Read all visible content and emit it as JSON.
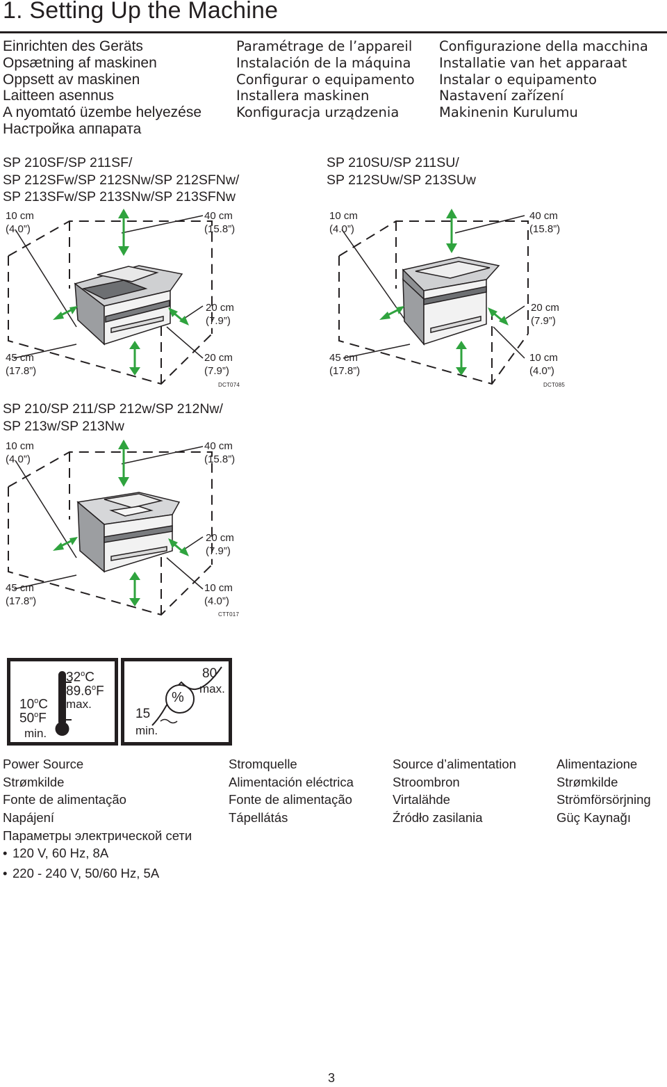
{
  "heading": "1. Setting Up the Machine",
  "languages": {
    "col1": [
      "Einrichten des Geräts",
      "Opsætning af maskinen",
      "Oppsett av maskinen",
      "Laitteen asennus",
      "A nyomtató üzembe helyezése",
      "Настройка аппарата"
    ],
    "col2": [
      "Paramétrage de l’appareil",
      "Instalación de la máquina",
      "Configurar o equipamento",
      "Installera maskinen",
      "Konfiguracja urządzenia"
    ],
    "col3": [
      "Configurazione della macchina",
      "Installatie van het apparaat",
      "Instalar o equipamento",
      "Nastavení zařízení",
      "Makinenin Kurulumu"
    ]
  },
  "diagrams": [
    {
      "models": [
        "SP 210SF/SP 211SF/",
        "SP 212SFw/SP 212SNw/SP 212SFNw/",
        "SP 213SFw/SP 213SNw/SP 213SFNw"
      ],
      "top_left": [
        "10 cm",
        "(4.0”)"
      ],
      "top_right": [
        "40 cm",
        "(15.8”)"
      ],
      "side": [
        "20 cm",
        "(7.9”)"
      ],
      "bottom_left": [
        "45 cm",
        "(17.8”)"
      ],
      "bottom_right": [
        "20 cm",
        "(7.9”)"
      ],
      "code": "DCT074"
    },
    {
      "models": [
        "SP 210SU/SP 211SU/",
        "SP 212SUw/SP 213SUw"
      ],
      "top_left": [
        "10 cm",
        "(4.0”)"
      ],
      "top_right": [
        "40 cm",
        "(15.8”)"
      ],
      "side": [
        "20 cm",
        "(7.9”)"
      ],
      "bottom_left": [
        "45 cm",
        "(17.8”)"
      ],
      "bottom_right": [
        "10 cm",
        "(4.0”)"
      ],
      "code": "DCT085"
    },
    {
      "models": [
        "SP 210/SP 211/SP 212w/SP 212Nw/",
        "SP 213w/SP 213Nw"
      ],
      "top_left": [
        "10 cm",
        "(4.0”)"
      ],
      "top_right": [
        "40 cm",
        "(15.8”)"
      ],
      "side": [
        "20 cm",
        "(7.9”)"
      ],
      "bottom_left": [
        "45 cm",
        "(17.8”)"
      ],
      "bottom_right": [
        "10 cm",
        "(4.0”)"
      ],
      "code": "CTT017"
    }
  ],
  "environment": {
    "temperature": {
      "max_c": "32",
      "max_f": "89.6",
      "min_c": "10",
      "min_f": "50",
      "deg": "o",
      "c": "C",
      "f": "F",
      "max_label": "max.",
      "min_label": "min."
    },
    "humidity": {
      "max": "80",
      "max_label": "max.",
      "min": "15",
      "min_label": "min.",
      "symbol": "%"
    }
  },
  "power": {
    "col1": [
      "Power Source",
      "Strømkilde",
      "Fonte de alimentação",
      "Napájení",
      "Параметры электрической сети"
    ],
    "col2": [
      "Stromquelle",
      "Alimentación eléctrica",
      "Fonte de alimentação",
      "Tápellátás"
    ],
    "col3": [
      "Source d’alimentation",
      "Stroombron",
      "Virtalähde",
      "Źródło zasilania"
    ],
    "col4": [
      "Alimentazione",
      "Strømkilde",
      "Strömförsörjning",
      "Güç Kaynağı"
    ],
    "specs": [
      "120 V, 60 Hz, 8A",
      "220 - 240 V, 50/60 Hz, 5A"
    ]
  },
  "page_number": "3"
}
